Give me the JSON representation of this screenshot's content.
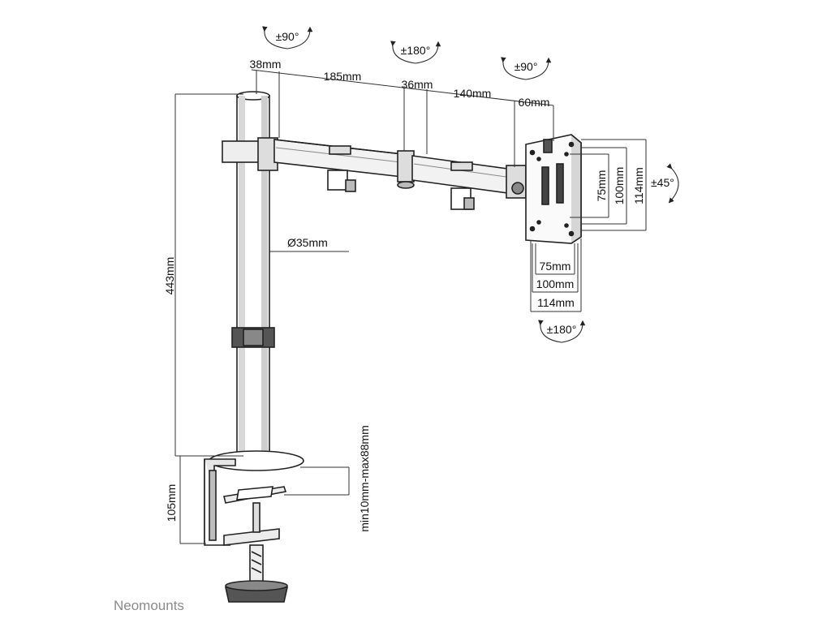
{
  "labels": {
    "rot_arm_left": "±90°",
    "rot_arm_mid": "±180°",
    "rot_arm_right": "±90°",
    "dim_top_38": "38mm",
    "dim_top_185": "185mm",
    "dim_top_36": "36mm",
    "dim_top_140": "140mm",
    "dim_top_60": "60mm",
    "tilt": "±45°",
    "vesa_v_75": "75mm",
    "vesa_v_100": "100mm",
    "vesa_v_114": "114mm",
    "vesa_h_75": "75mm",
    "vesa_h_100": "100mm",
    "vesa_h_114": "114mm",
    "rot_plate": "±180°",
    "pole_diameter": "Ø35mm",
    "pole_height": "443mm",
    "clamp_height": "105mm",
    "clamp_range": "min10mm-max88mm"
  },
  "brand": {
    "name": "Neomounts"
  }
}
